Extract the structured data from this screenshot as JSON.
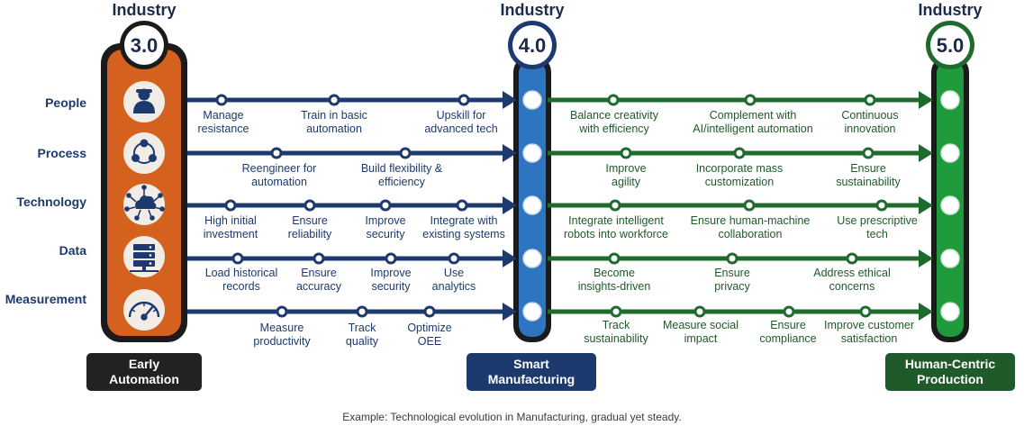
{
  "industries": [
    {
      "label": "Industry",
      "version": "3.0",
      "stage": "Early\nAutomation"
    },
    {
      "label": "Industry",
      "version": "4.0",
      "stage": "Smart\nManufacturing"
    },
    {
      "label": "Industry",
      "version": "5.0",
      "stage": "Human-Centric\nProduction"
    }
  ],
  "rows": [
    {
      "label": "People",
      "blue_steps": [
        "Manage\nresistance",
        "Train in basic\nautomation",
        "Upskill for\nadvanced tech"
      ],
      "green_steps": [
        "Balance creativity\nwith efficiency",
        "Complement with\nAI/intelligent automation",
        "Continuous\ninnovation"
      ]
    },
    {
      "label": "Process",
      "blue_steps": [
        "Reengineer for\nautomation",
        "Build flexibility &\nefficiency"
      ],
      "green_steps": [
        "Improve\nagility",
        "Incorporate mass\ncustomization",
        "Ensure\nsustainability"
      ]
    },
    {
      "label": "Technology",
      "blue_steps": [
        "High initial\ninvestment",
        "Ensure\nreliability",
        "Improve\nsecurity",
        "Integrate with\nexisting systems"
      ],
      "green_steps": [
        "Integrate intelligent\nrobots into workforce",
        "Ensure human-machine\ncollaboration",
        "Use prescriptive\ntech"
      ]
    },
    {
      "label": "Data",
      "blue_steps": [
        "Load historical\nrecords",
        "Ensure\naccuracy",
        "Improve\nsecurity",
        "Use\nanalytics"
      ],
      "green_steps": [
        "Become\ninsights-driven",
        "Ensure\nprivacy",
        "Address ethical\nconcerns"
      ]
    },
    {
      "label": "Measurement",
      "blue_steps": [
        "Measure\nproductivity",
        "Track\nquality",
        "Optimize\nOEE"
      ],
      "green_steps": [
        "Track\nsustainability",
        "Measure social\nimpact",
        "Ensure\ncompliance",
        "Improve customer\nsatisfaction"
      ]
    }
  ],
  "icons": [
    "person-icon",
    "cycle-icon",
    "cloud-network-icon",
    "server-icon",
    "gauge-icon"
  ],
  "caption": "Example: Technological evolution in Manufacturing, gradual yet steady.",
  "colors": {
    "orange": "#d4621e",
    "navy": "#1c3a6e",
    "blue": "#2f74c0",
    "green": "#1f6b2e",
    "dark": "#1d2b4a",
    "green_text": "#1f5a2a"
  }
}
